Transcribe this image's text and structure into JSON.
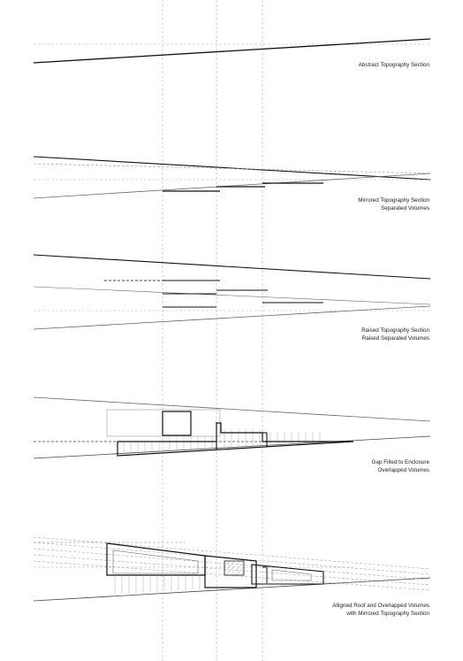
{
  "colors": {
    "background": "#ffffff",
    "ink": "#111111",
    "guide": "#b5b5b5",
    "hatch": "#9a9a9a",
    "caption": "#222222"
  },
  "panels": [
    {
      "id": "abstract-topography",
      "caption_lines": [
        "Abstract Topography Section"
      ]
    },
    {
      "id": "mirrored-topography",
      "caption_lines": [
        "Mirrored Topography Section",
        "Separated Volumes"
      ]
    },
    {
      "id": "raised-topography",
      "caption_lines": [
        "Raised Topography Section",
        "Raised Separated Volumes"
      ]
    },
    {
      "id": "gap-filled-enclosure",
      "caption_lines": [
        "Gap Filled to Enclosure",
        "Overlapped Volumes"
      ]
    },
    {
      "id": "alligned-roof",
      "caption_lines": [
        "Alligned Roof and Overlapped Volumes",
        "with Mirrored Topography Section"
      ]
    }
  ]
}
